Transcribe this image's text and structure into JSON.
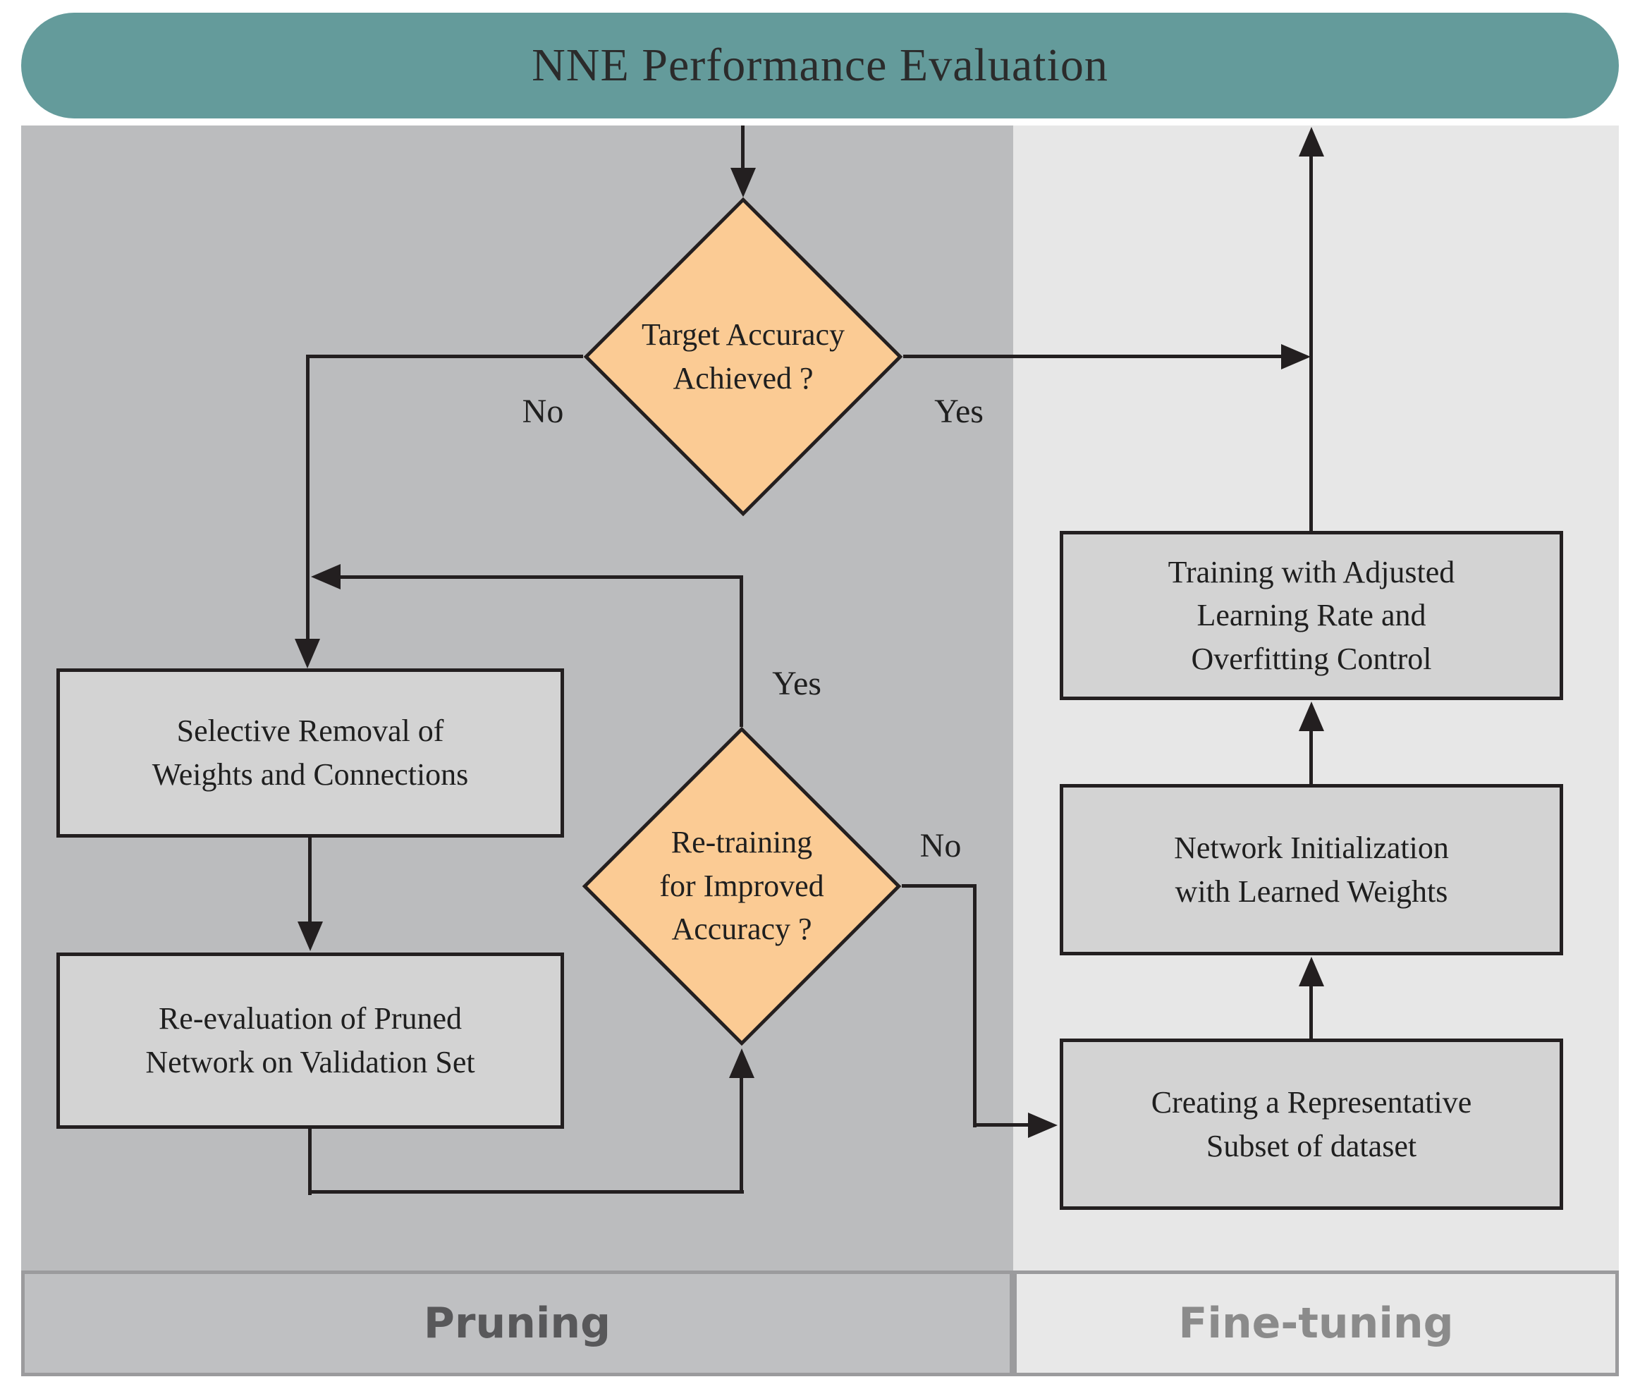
{
  "title": "NNE Performance Evaluation",
  "sections": {
    "pruning": "Pruning",
    "fine_tuning": "Fine-tuning"
  },
  "nodes": {
    "decision1": "Target Accuracy\nAchieved ?",
    "decision2": "Re-training\nfor Improved\nAccuracy ?",
    "box_selective_removal": "Selective Removal of\nWeights and Connections",
    "box_reevaluation": "Re-evaluation of Pruned\nNetwork on Validation Set",
    "box_training": "Training with Adjusted\nLearning Rate and\nOverfitting Control",
    "box_network_init": "Network Initialization\nwith Learned Weights",
    "box_subset": "Creating a Representative\nSubset of dataset"
  },
  "labels": {
    "decision1_no": "No",
    "decision1_yes": "Yes",
    "decision2_yes": "Yes",
    "decision2_no": "No"
  },
  "colors": {
    "banner": "#649b9b",
    "title_text": "#2b2b2b",
    "diamond": "#fbcb94",
    "pruning_bg": "#bbbcbe",
    "finetuning_bg": "#e7e7e7",
    "box_bg": "#d3d3d3",
    "line": "#231f20",
    "node_text": "#1f1f1f",
    "footer_border": "#9b9b9d",
    "footer_left_bg": "#bfc0c2",
    "footer_right_bg": "#e8e8e8",
    "pruning_label": "#58585a",
    "finetuning_label": "#8b8b8b"
  }
}
